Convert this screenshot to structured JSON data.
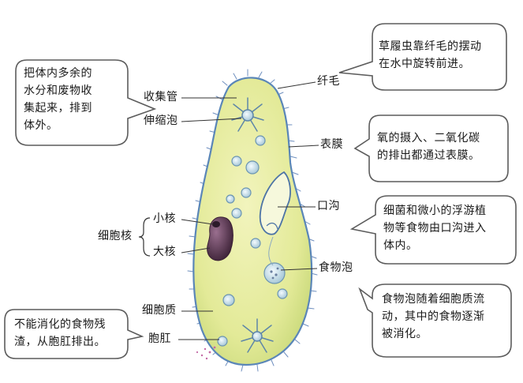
{
  "labels": {
    "collecting_canal": "收集管",
    "contractile_vacuole": "伸缩泡",
    "cilia": "纤毛",
    "pellicle": "表膜",
    "oral_groove": "口沟",
    "micronucleus": "小核",
    "macronucleus": "大核",
    "nucleus": "细胞核",
    "food_vacuole": "食物泡",
    "cytoplasm": "细胞质",
    "anal_pore": "胞肛"
  },
  "callouts": {
    "excretion": "把体内多余的\n水分和废物收\n集起来，排到\n体外。",
    "movement": "草履虫靠纤毛的摆动\n在水中旋转前进。",
    "respiration": "氧的摄入、二氧化碳\n的排出都通过表膜。",
    "feeding": "细菌和微小的浮游植\n物等食物由口沟进入\n体内。",
    "digestion": "食物泡随着细胞质流\n动，其中的食物逐渐\n被消化。",
    "egestion": "不能消化的食物残\n渣，从胞肛排出。"
  },
  "colors": {
    "body_fill": "#e6ec9c",
    "body_outline": "#5a86b8",
    "bubble_border": "#5c5c5c",
    "macronucleus": "#5b3a55",
    "vacuole": "#cfe3ec"
  }
}
